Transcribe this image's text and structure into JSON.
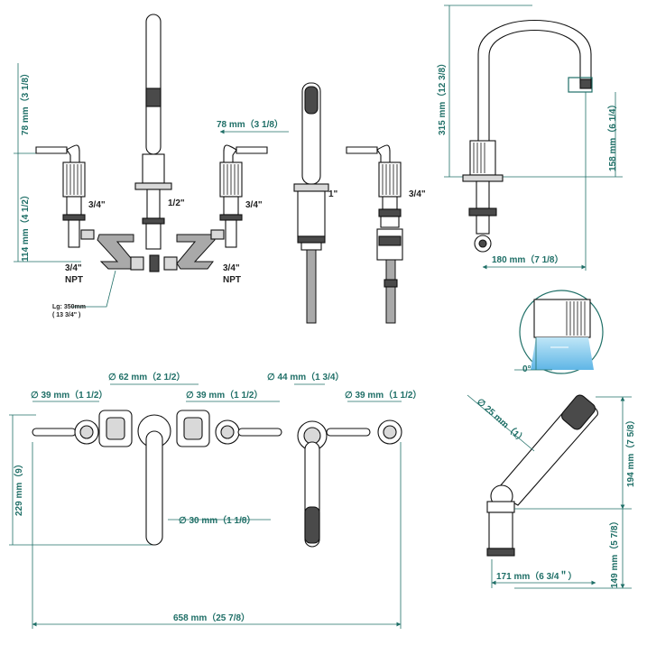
{
  "colors": {
    "dimension": "#1f6f67",
    "outline": "#111111",
    "water": "#8fd0f0",
    "hose": "#a9a9a9"
  },
  "side_view": {
    "dim_78_vertical": "78 mm（3 1/8）",
    "dim_114_vertical": "114 mm（4 1/2）",
    "dim_78_horizontal": "78 mm（3 1/8）",
    "label_half": "1/2\"",
    "label_three_quarter_left": "3/4\"",
    "label_three_quarter_right": "3/4\"",
    "label_npt_left_size": "3/4\"",
    "label_npt_left": "NPT",
    "label_npt_right_size": "3/4\"",
    "label_npt_right": "NPT",
    "hose_length_line1": "Lg: 350mm",
    "hose_length_line2": "( 13 3/4\" )"
  },
  "hand_shower_side": {
    "label_one_inch": "1\"",
    "label_three_quarter": "3/4\""
  },
  "spout_side": {
    "dim_315": "315 mm（12 3/8）",
    "dim_158": "158 mm（6 1/4）",
    "dim_180": "180 mm（7 1/8）"
  },
  "aerator_detail": {
    "angle_label": "0°"
  },
  "top_view": {
    "dim_62": "∅ 62 mm（2 1/2）",
    "dim_39_left": "∅ 39 mm（1 1/2）",
    "dim_39_mid": "∅ 39 mm（1 1/2）",
    "dim_44": "∅ 44 mm（1 3/4）",
    "dim_39_right": "∅ 39 mm（1 1/2）",
    "dim_229": "229 mm（9）",
    "dim_30": "∅ 30 mm（1 1/8）",
    "dim_658": "658 mm（25 7/8）"
  },
  "hand_shower_view": {
    "dim_25": "∅ 25 mm（1）",
    "dim_194": "194 mm（7 5/8）",
    "dim_149": "149 mm（5 7/8）",
    "dim_171": "171 mm（6 3/4＂）"
  }
}
